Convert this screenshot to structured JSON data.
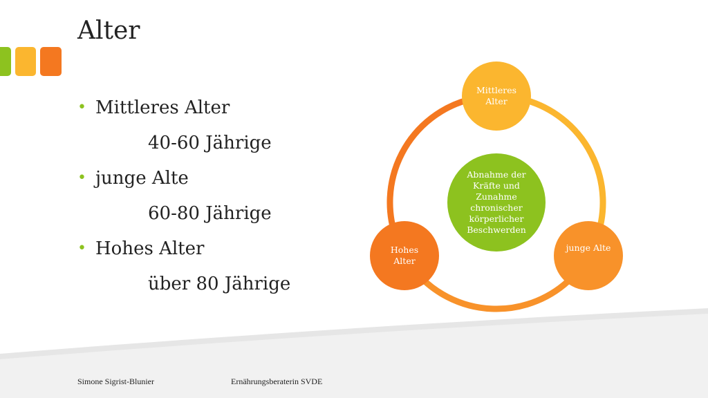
{
  "colors": {
    "green": "#8DC21F",
    "light_orange": "#FBB62F",
    "mid_orange": "#F8922A",
    "dark_orange": "#F47820",
    "text": "#222222"
  },
  "slide": {
    "title": "Alter",
    "bullets": [
      {
        "text": "Mittleres Alter",
        "level": 1
      },
      {
        "text": "40-60 Jährige",
        "level": 2
      },
      {
        "text": "junge Alte",
        "level": 1
      },
      {
        "text": "60-80 Jährige",
        "level": 2
      },
      {
        "text": "Hohes Alter",
        "level": 1
      },
      {
        "text": "über 80 Jährige",
        "level": 2
      }
    ],
    "bullet_symbol": "•"
  },
  "diagram": {
    "center": {
      "lines": [
        "Abnahme der",
        "Kräfte und",
        "Zunahme",
        "chronischer",
        "körperlicher",
        "Beschwerden"
      ]
    },
    "nodes": [
      {
        "lines": [
          "Mittleres",
          "Alter"
        ]
      },
      {
        "lines": [
          "junge Alte"
        ]
      },
      {
        "lines": [
          "Hohes",
          "Alter"
        ]
      }
    ]
  },
  "footer": {
    "author": "Simone Sigrist-Blunier",
    "role": "Ernährungsberaterin SVDE"
  }
}
